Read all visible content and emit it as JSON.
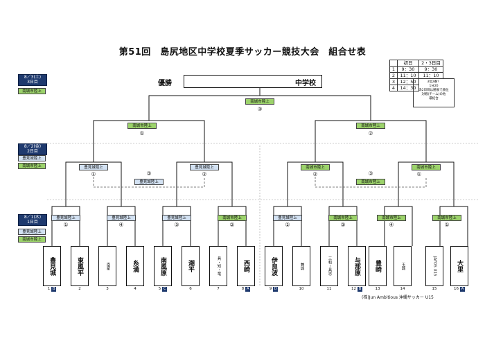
{
  "title": "第51回　島尻地区中学校夏季サッカー競技大会　組合せ表",
  "winner": {
    "label": "優勝",
    "school_suffix": "中学校"
  },
  "day3": {
    "line1": "8／3(土)",
    "line2": "3日目",
    "venue": "南城市陸上"
  },
  "day2": {
    "line1": "8／2(金)",
    "line2": "2日目",
    "venue1": "豊見城陸上",
    "venue2": "南城市陸上"
  },
  "day1": {
    "line1": "8／1(木)",
    "line2": "1日目",
    "venue1": "豊見城陸上",
    "venue2": "南城市陸上"
  },
  "schedule": {
    "head": [
      "",
      "初日",
      "2・3日目"
    ],
    "rows": [
      [
        "1",
        "9：30",
        "9：30"
      ],
      [
        "2",
        "11：10",
        "11：10"
      ],
      [
        "3",
        "12：50",
        ""
      ],
      [
        "4",
        "14：30",
        ""
      ]
    ]
  },
  "note": [
    "3位2番？",
    "1分20",
    "あ2日目は勝敗で順位",
    "対戦(チーム)の他",
    "最結合"
  ],
  "final": {
    "venue": "南城市陸上",
    "marker": "③"
  },
  "semis": [
    {
      "venue": "南城市陸上",
      "marker": "①"
    },
    {
      "venue": "南城市陸上",
      "marker": "②"
    }
  ],
  "qf": [
    {
      "venue": "豊見城陸上",
      "marker": "①"
    },
    {
      "venue": "豊見城陸上",
      "marker": "②"
    },
    {
      "venue": "南城市陸上",
      "marker": "②"
    },
    {
      "venue": "南城市陸上",
      "marker": "①"
    }
  ],
  "third_place": [
    {
      "venue": "豊見城陸上",
      "marker": "③"
    },
    {
      "venue": "南城市陸上",
      "marker": "③"
    }
  ],
  "r1": [
    {
      "venue": "豊見城陸上",
      "marker": "①"
    },
    {
      "venue": "豊見城陸上",
      "marker": "④"
    },
    {
      "venue": "豊見城陸上",
      "marker": "③"
    },
    {
      "venue": "南城市陸上",
      "marker": "②"
    },
    {
      "venue": "豊見城陸上",
      "marker": "②"
    },
    {
      "venue": "南城市陸上",
      "marker": "③"
    },
    {
      "venue": "南城市陸上",
      "marker": "④"
    },
    {
      "venue": "南城市陸上",
      "marker": "①"
    }
  ],
  "teams": [
    {
      "no": "1",
      "name": "豊見城",
      "seed": "B"
    },
    {
      "no": "2",
      "name": "東風平",
      "seed": ""
    },
    {
      "no": "3",
      "name": "南星",
      "seed": ""
    },
    {
      "no": "4",
      "name": "糸満",
      "seed": ""
    },
    {
      "no": "5",
      "name": "南風原",
      "seed": "C"
    },
    {
      "no": "6",
      "name": "潮平",
      "seed": ""
    },
    {
      "no": "7",
      "name": "具・知・竜",
      "seed": ""
    },
    {
      "no": "8",
      "name": "西崎",
      "seed": "A"
    },
    {
      "no": "9",
      "name": "伊良波",
      "seed": "D"
    },
    {
      "no": "10",
      "name": "兼城",
      "seed": ""
    },
    {
      "no": "11",
      "name": "三和・具志",
      "seed": ""
    },
    {
      "no": "12",
      "name": "与那原",
      "seed": "B"
    },
    {
      "no": "13",
      "name": "豊崎",
      "seed": ""
    },
    {
      "no": "14",
      "name": "玉城",
      "seed": ""
    },
    {
      "no": "15",
      "name": "JAYOS U15",
      "seed": ""
    },
    {
      "no": "16",
      "name": "大里",
      "seed": "A"
    }
  ],
  "credit": "(株)Jun Ambitious 沖縄サッカー U15",
  "colors": {
    "venue_green": "#9cd36b",
    "venue_blue": "#d3e2f3",
    "day_label": "#1f3a6e"
  }
}
